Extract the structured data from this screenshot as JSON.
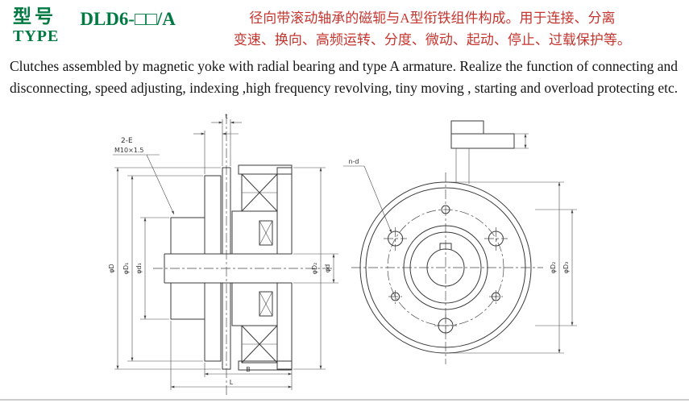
{
  "header": {
    "type_label_cn": "型号",
    "type_label_en": "TYPE",
    "model": "DLD6-□□/A",
    "desc_cn": [
      "径向带滚动轴承的磁轭与A型衔铁组件构成。用于连接、分离",
      "变速、换向、高频运转、分度、微动、起动、停止、过载保护等。"
    ],
    "desc_en": [
      "Clutches assembled by magnetic yoke with radial bearing and type A armature. Realize the function of connecting and",
      "disconnecting, speed adjusting, indexing ,high frequency revolving, tiny moving , starting and overload protecting etc."
    ]
  },
  "drawing": {
    "leader_hole": "2-E",
    "leader_thread": "M10×1.5",
    "leader_nd": "n-d",
    "dims": {
      "outer_dia": "φD",
      "flange_dia": "φD₁",
      "hub_dia": "φd₁",
      "yoke_dia": "φD₂",
      "bore_dia": "φd",
      "bolt_circle": "φD₃",
      "width": "B",
      "length": "L",
      "disc_t": "t"
    }
  }
}
